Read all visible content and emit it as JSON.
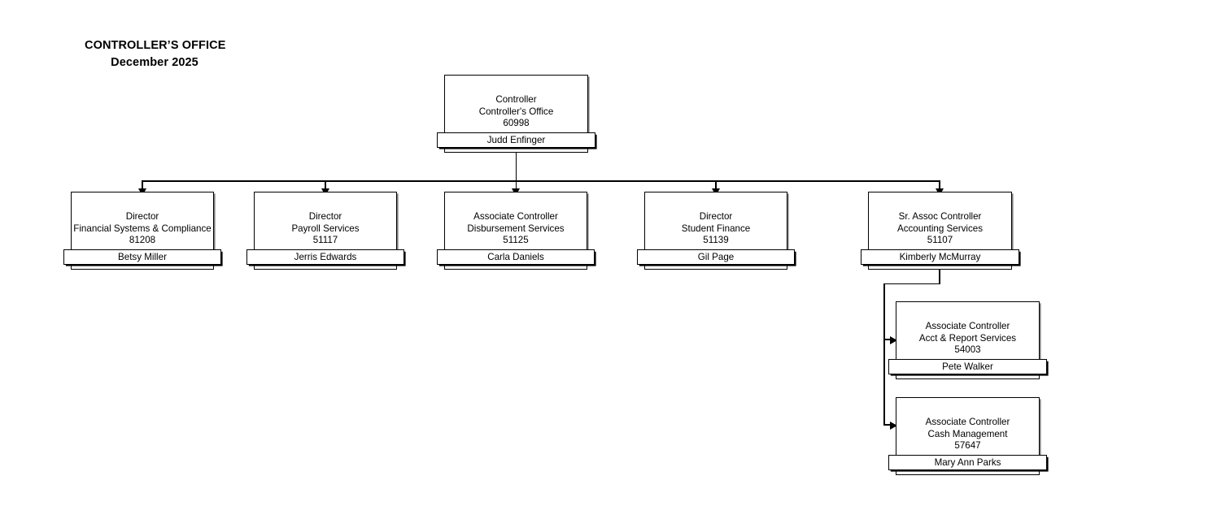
{
  "title": {
    "line1": "CONTROLLER’S OFFICE",
    "line2": "December 2025"
  },
  "nodes": {
    "root": {
      "title": "Controller",
      "department": "Controller's Office",
      "code": "60998",
      "name": "Judd Enfinger"
    },
    "child1": {
      "title": "Director",
      "department": "Financial Systems & Compliance",
      "code": "81208",
      "name": "Betsy Miller"
    },
    "child2": {
      "title": "Director",
      "department": "Payroll Services",
      "code": "51117",
      "name": "Jerris Edwards"
    },
    "child3": {
      "title": "Associate Controller",
      "department": "Disbursement Services",
      "code": "51125",
      "name": "Carla Daniels"
    },
    "child4": {
      "title": "Director",
      "department": "Student Finance",
      "code": "51139",
      "name": "Gil Page"
    },
    "child5": {
      "title": "Sr. Assoc Controller",
      "department": "Accounting Services",
      "code": "51107",
      "name": "Kimberly McMurray"
    },
    "grandchild1": {
      "title": "Associate Controller",
      "department": "Acct & Report Services",
      "code": "54003",
      "name": "Pete Walker"
    },
    "grandchild2": {
      "title": "Associate Controller",
      "department": "Cash Management",
      "code": "57647",
      "name": "Mary Ann Parks"
    }
  },
  "colors": {
    "line": "#000000",
    "box_fill": "#ffffff",
    "shadow": "#808080",
    "text": "#000000"
  }
}
